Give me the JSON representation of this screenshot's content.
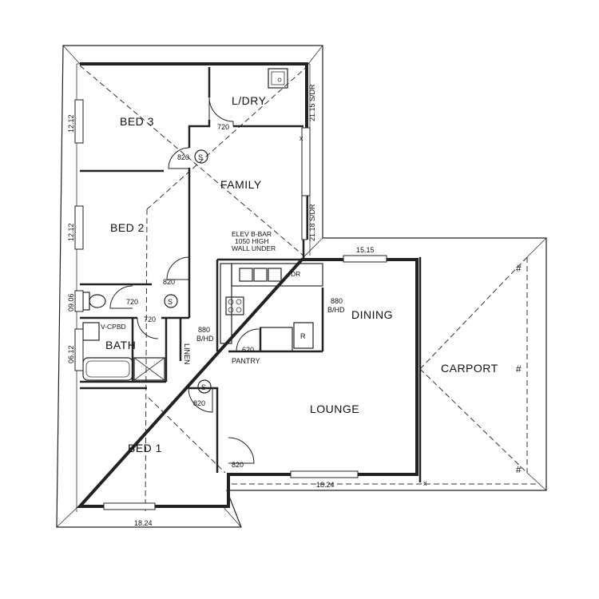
{
  "rooms": {
    "bed3": "BED 3",
    "laundry": "L/DRY",
    "family": "FAMILY",
    "bed2": "BED 2",
    "bath": "BATH",
    "linen": "LINEN",
    "pantry": "PANTRY",
    "dining": "DINING",
    "carport": "CARPORT",
    "lounge": "LOUNGE",
    "bed1": "BED 1"
  },
  "doors": {
    "laundry_door": "720",
    "bed3_door": "820",
    "bed2_door": "820",
    "wc_door": "720",
    "bath_door": "720",
    "pantry_door": "620",
    "bed1_door": "820",
    "front_door": "820"
  },
  "dimensions": {
    "left_top": "12.12",
    "left_mid": "12.12",
    "left_wc": "09.06",
    "left_bath": "06.12",
    "right_top": "21.15 S/DR",
    "right_mid": "21.18 S/DR",
    "top_dining": "15.15",
    "bottom_lounge": "18.24",
    "bottom_bed1": "18.24"
  },
  "notes": {
    "elev_line1": "ELEV B-BAR",
    "elev_line2": "1050 HIGH",
    "elev_line3": "WALL UNDER",
    "dr": "DR",
    "vcpbd": "V-CPBD",
    "bh1_num": "880",
    "bh1_unit": "B/HD",
    "bh2_num": "880",
    "bh2_unit": "B/HD",
    "fridge": "R",
    "smoke": "S"
  }
}
